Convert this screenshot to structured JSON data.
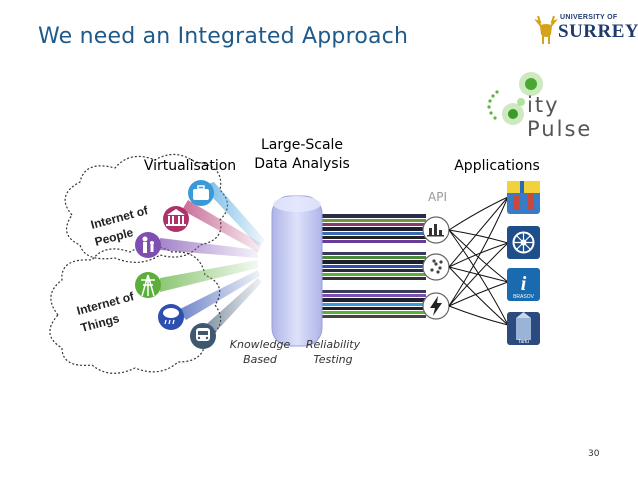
{
  "slide": {
    "title": "We need an Integrated Approach",
    "page_number": "30"
  },
  "logos": {
    "university_small": "UNIVERSITY OF",
    "university_big": "SURREY",
    "citypulse_text": "ity Pulse"
  },
  "diagram": {
    "virtualisation": "Virtualisation",
    "analysis_line1": "Large-Scale",
    "analysis_line2": "Data Analysis",
    "applications": "Applications",
    "api": "API",
    "cloud_people_line1": "Internet of",
    "cloud_people_line2": "People",
    "cloud_things_line1": "Internet of",
    "cloud_things_line2": "Things",
    "knowledge_line1": "Knowledge",
    "knowledge_line2": "Based",
    "reliability_line1": "Reliability",
    "reliability_line2": "Testing",
    "app_brasov_label": "BRASOV",
    "app_tower_label": "Tartu"
  },
  "colors": {
    "title": "#1f5a8a",
    "cylinder": "#c9cdf0",
    "icon_blue": "#3a9ad9",
    "icon_magenta": "#b0306a",
    "icon_purple": "#7d4fb0",
    "icon_green": "#5cae3b",
    "icon_navy": "#2d4fb0",
    "icon_slate": "#3e5870"
  },
  "icons": {
    "source_icons": [
      "briefcase-icon",
      "bank-icon",
      "family-icon",
      "power-pylon-icon",
      "weather-icon",
      "train-icon"
    ],
    "api_icons": [
      "bar-chart-icon",
      "scatter-icon",
      "lightning-icon"
    ],
    "app_icons": [
      "flag-building-icon",
      "wheel-icon",
      "info-icon",
      "tower-icon"
    ]
  }
}
